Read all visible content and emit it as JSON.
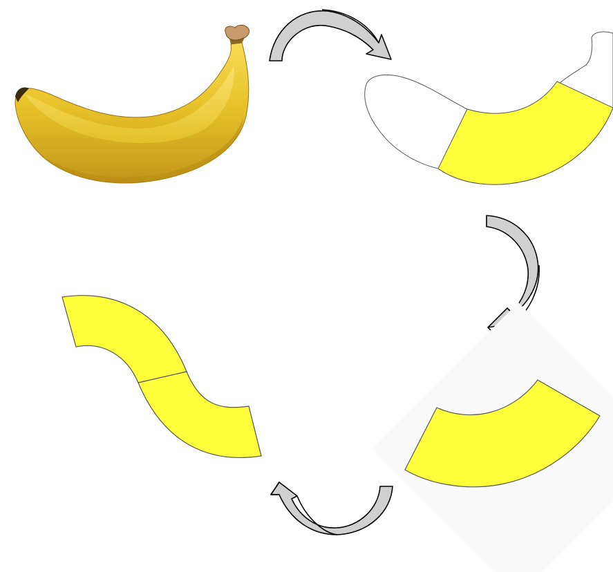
{
  "colors": {
    "background": "#ffffff",
    "banana_peel": "#e8c22a",
    "banana_shadow": "#b88a10",
    "banana_highlight": "#f6dc55",
    "banana_stem": "#8a6a22",
    "banana_tip": "#c99b6a",
    "segment_fill": "#ffff3c",
    "outline": "#555555",
    "arrow_fill": "#d0d0d0",
    "arrow_stroke": "#000000"
  },
  "icons": [
    "banana-photo",
    "curved-arrow-right-icon",
    "curved-arrow-down-icon",
    "curved-arrow-left-icon"
  ],
  "steps": [
    {
      "name": "banana-photo",
      "description_visible": false
    },
    {
      "name": "banana-outline-with-segment"
    },
    {
      "name": "isolated-segment"
    },
    {
      "name": "two-segments-joined"
    }
  ]
}
